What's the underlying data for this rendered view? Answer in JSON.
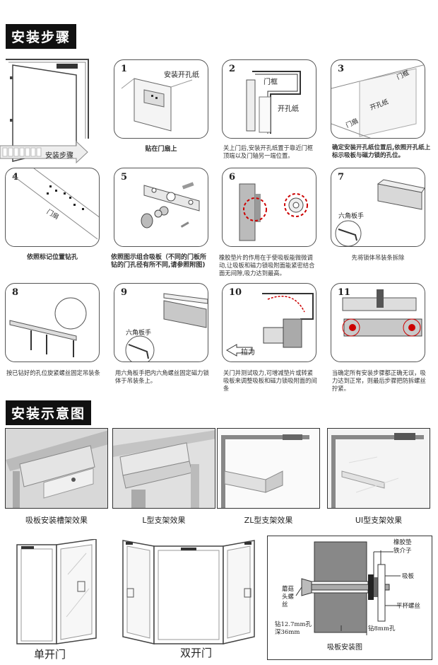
{
  "sections": {
    "install_steps": "安装步骤",
    "install_diagrams": "安装示意图"
  },
  "intro": {
    "arrow_label": "安装步骤"
  },
  "steps": [
    {
      "num": "1",
      "labels": [
        "安装开孔纸"
      ],
      "caption": "贴在门扇上"
    },
    {
      "num": "2",
      "labels": [
        "门框",
        "开孔纸"
      ],
      "caption": "关上门后,安装开孔纸置于靠近门框顶端以及门轴另一端位置。"
    },
    {
      "num": "3",
      "labels": [
        "门框",
        "开孔纸",
        "门扇"
      ],
      "caption": "确定安装开孔纸位置后,依照开孔纸上标示吸板与磁力锁的孔位。"
    },
    {
      "num": "4",
      "labels": [
        "门扇"
      ],
      "caption": "依照标记位置钻孔"
    },
    {
      "num": "5",
      "labels": [],
      "caption": "依照图示组合吸板（不同的门板所钻的门孔径有所不同,请参照附图)"
    },
    {
      "num": "6",
      "labels": [],
      "caption": "橡胶垫片的作用在于使吸板能微微调动,让吸板和磁力锁吸附面能紧密结合面无间隙,吸力达到最高。"
    },
    {
      "num": "7",
      "labels": [
        "六角板手"
      ],
      "caption": "先将锁体吊装条拆除"
    },
    {
      "num": "8",
      "labels": [],
      "caption": "按已钻好的孔位旋紧螺丝固定吊装条"
    },
    {
      "num": "9",
      "labels": [
        "六角板手"
      ],
      "caption": "用六角板手把内六角螺丝固定磁力锁体于吊装条上。"
    },
    {
      "num": "10",
      "labels": [
        "拉力"
      ],
      "caption": "关门并测试吸力,可增减垫片或转紧吸板来调整吸板和磁力锁吸附面的间条"
    },
    {
      "num": "11",
      "labels": [],
      "caption": "当确定所有安装步骤都正确无误，吸力达到正常，则最后步骤把防拆螺丝拧紧。"
    }
  ],
  "brackets": [
    "吸板安装槽架效果",
    "L型支架效果",
    "ZL型支架效果",
    "UI型支架效果"
  ],
  "doors": {
    "single": "单开门",
    "double": "双开门"
  },
  "armature_diagram": {
    "title": "吸板安装图",
    "labels": {
      "rubber_washer": "橡胶垫",
      "iron_spacer": "铁介子",
      "armature": "吸板",
      "mushroom_screw": "蘑菇头螺丝",
      "flat_washer": "平杯螺丝",
      "drill_12_7": "钻12.7mm孔深36mm",
      "drill_8": "钻8mm孔"
    }
  }
}
